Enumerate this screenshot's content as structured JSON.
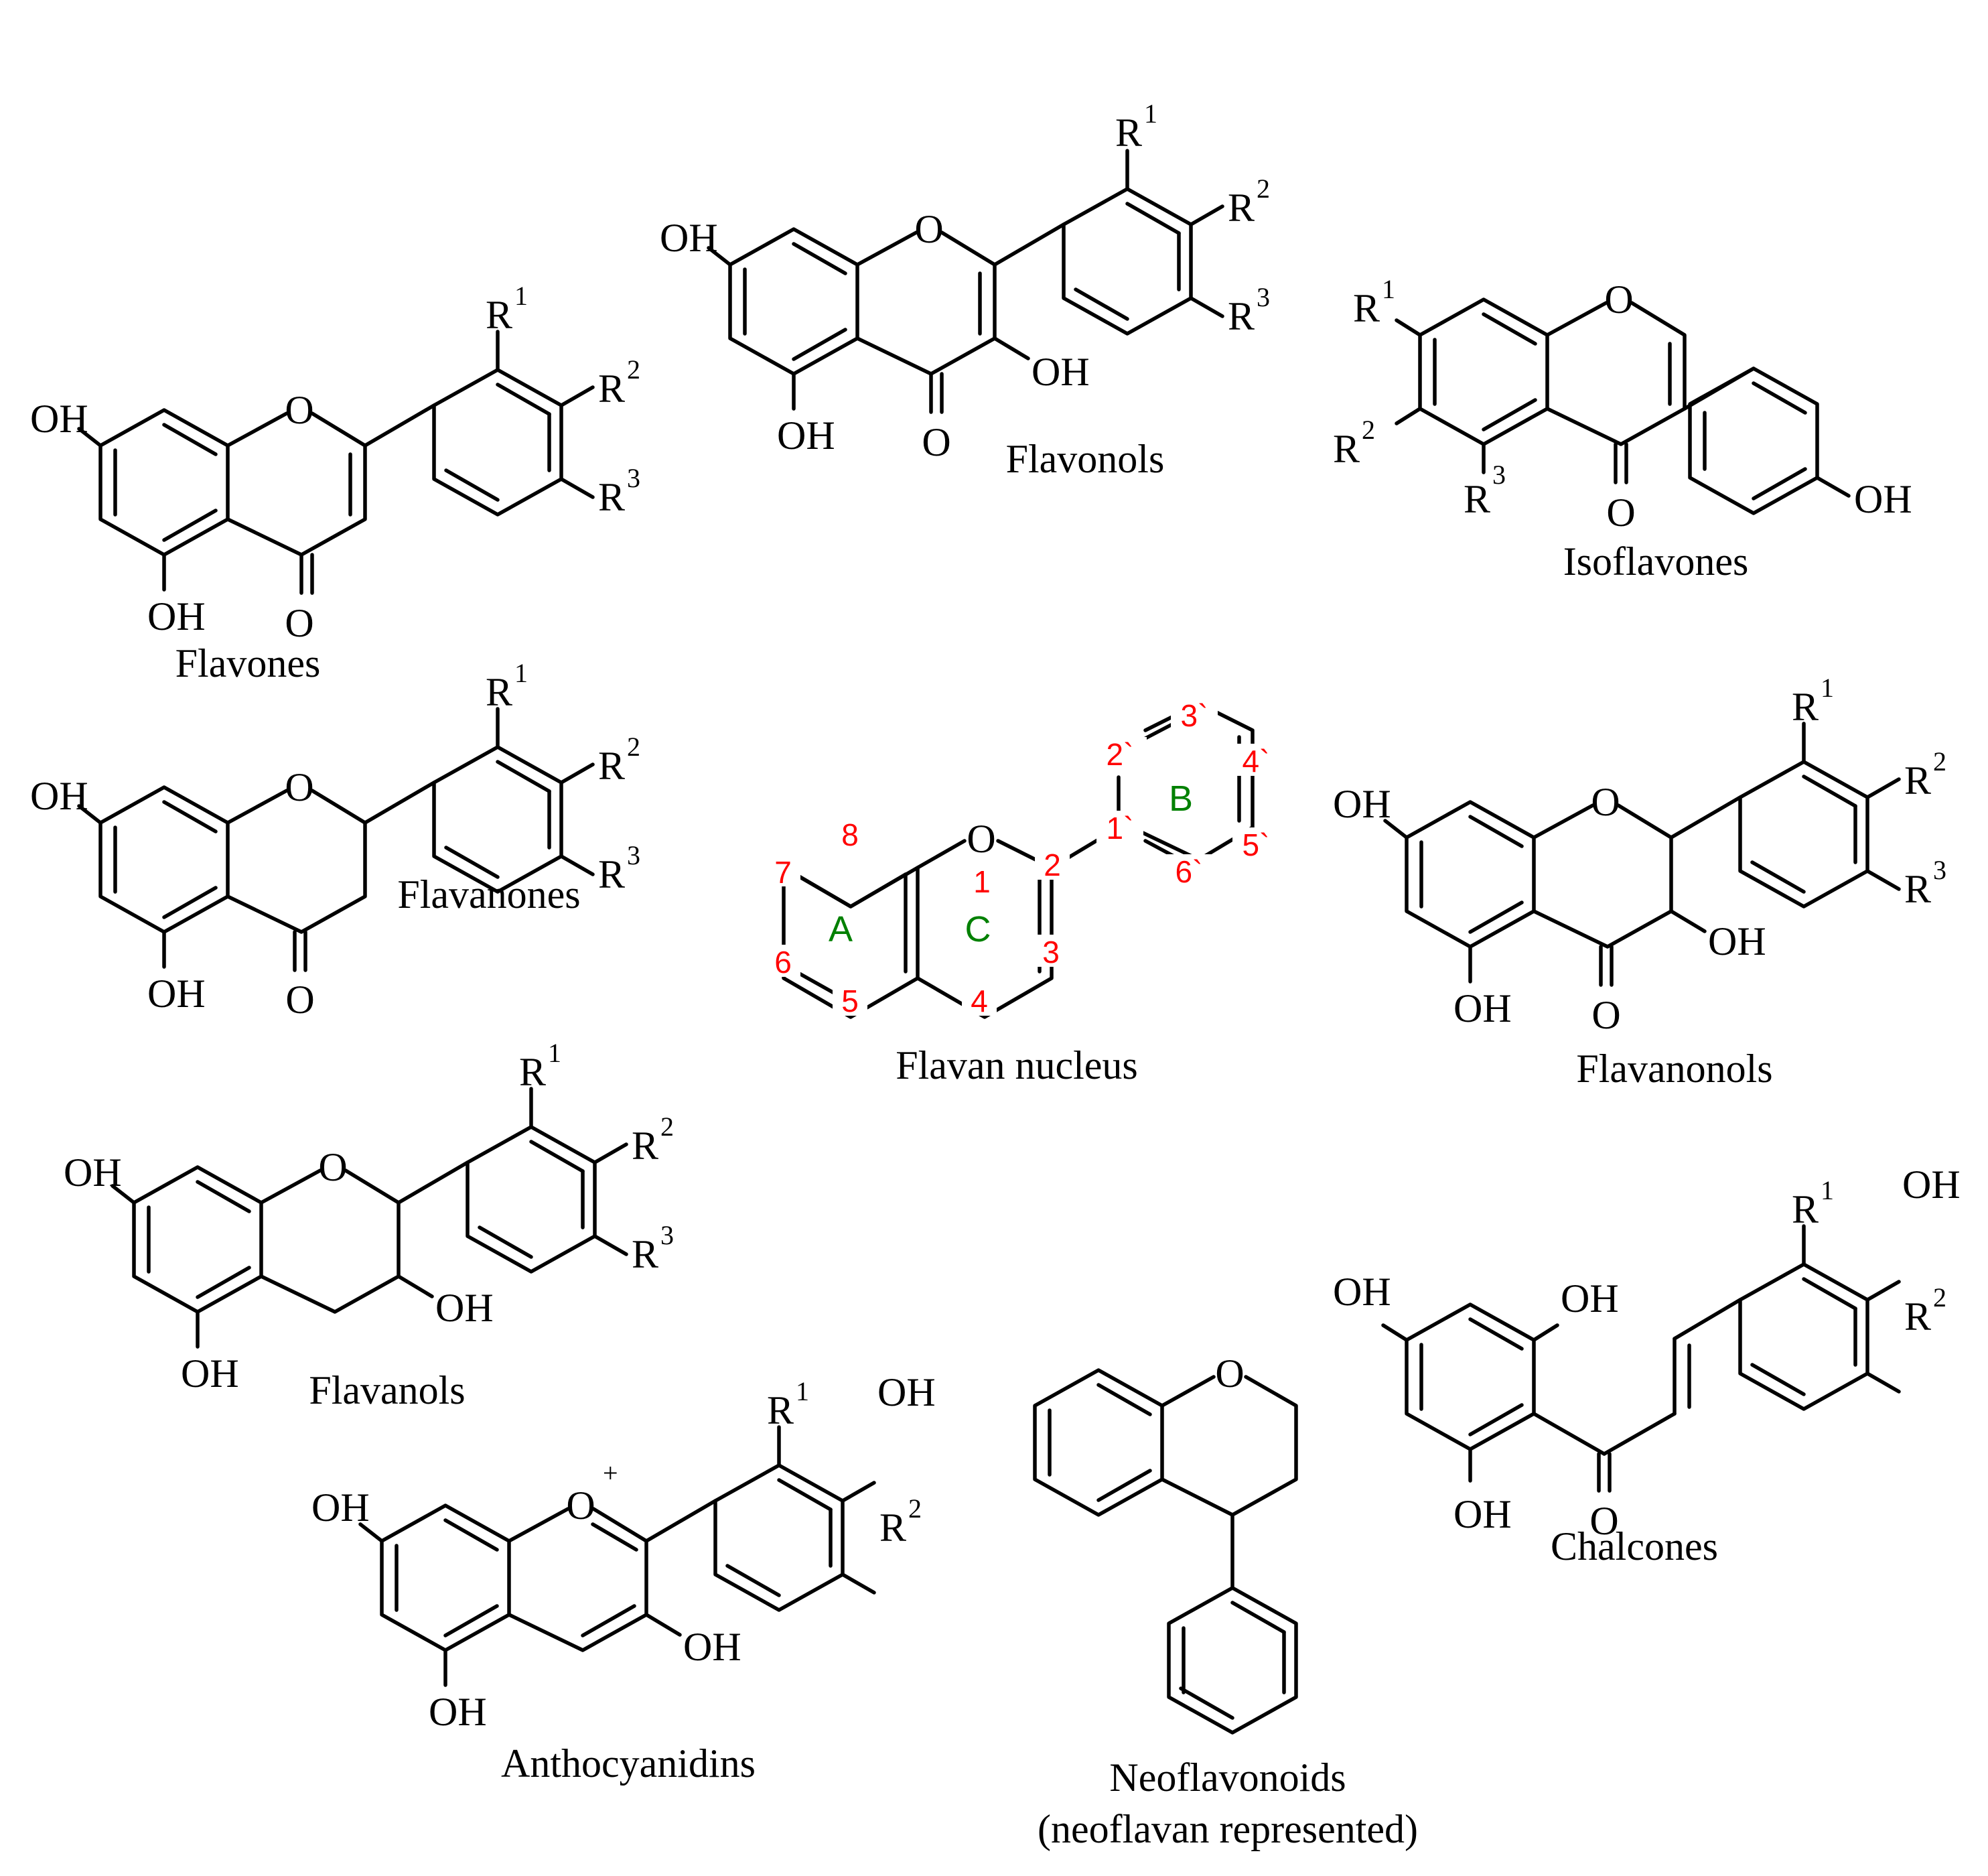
{
  "labels": {
    "oh": "OH",
    "o": "O",
    "r": "R",
    "sup1": "1",
    "sup2": "2",
    "sup3": "3",
    "plus": "+"
  },
  "captions": {
    "flavones": "Flavones",
    "flavonols": "Flavonols",
    "isoflavones": "Isoflavones",
    "flavanones": "Flavanones",
    "flavan_nucleus": "Flavan nucleus",
    "flavanonols": "Flavanonols",
    "flavanols": "Flavanols",
    "anthocyanidins": "Anthocyanidins",
    "neoflavonoids": "Neoflavonoids",
    "neoflavonoids_sub": "(neoflavan represented)",
    "chalcones": "Chalcones"
  },
  "nucleus": {
    "positions": [
      "8",
      "7",
      "6",
      "5",
      "4",
      "3",
      "2",
      "1",
      "2`",
      "3`",
      "4`",
      "5`",
      "6`",
      "1`"
    ],
    "rings": [
      "A",
      "C",
      "B"
    ]
  },
  "colors": {
    "bond": "#000000",
    "position_number": "#ff0000",
    "ring_letter": "#008000",
    "background": "#ffffff"
  }
}
